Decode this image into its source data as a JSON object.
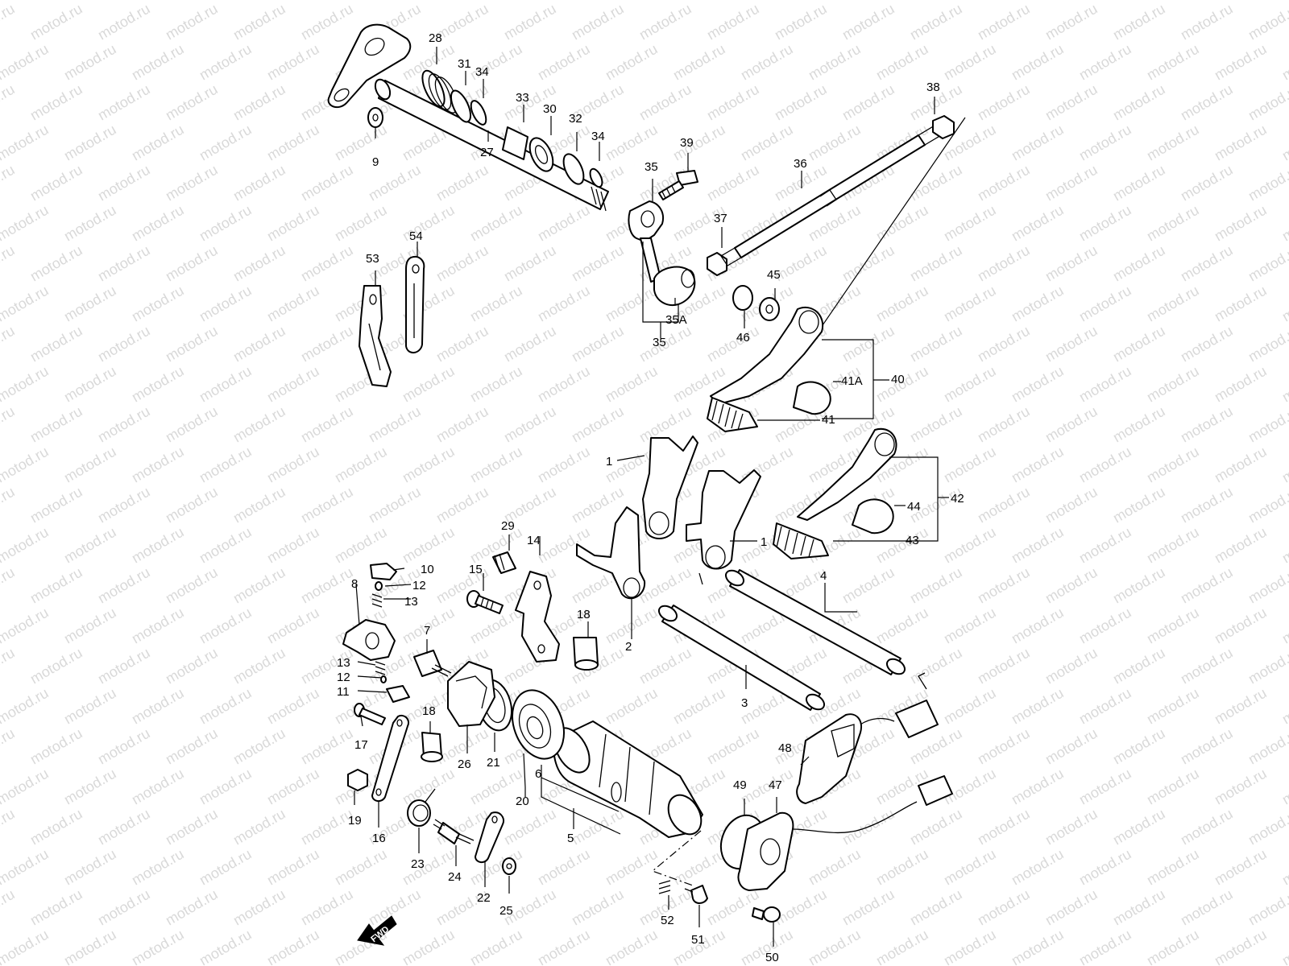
{
  "watermark": "motod.ru",
  "fwd_badge": "FWD",
  "labels": {
    "l1a": "1",
    "l1b": "1",
    "l2": "2",
    "l3": "3",
    "l4": "4",
    "l5": "5",
    "l6": "6",
    "l7": "7",
    "l8": "8",
    "l9": "9",
    "l10": "10",
    "l11": "11",
    "l12a": "12",
    "l12b": "12",
    "l13a": "13",
    "l13b": "13",
    "l14": "14",
    "l15": "15",
    "l16": "16",
    "l17": "17",
    "l18a": "18",
    "l18b": "18",
    "l19": "19",
    "l20": "20",
    "l21": "21",
    "l22": "22",
    "l23": "23",
    "l24": "24",
    "l25": "25",
    "l26": "26",
    "l27": "27",
    "l28": "28",
    "l29": "29",
    "l30": "30",
    "l31": "31",
    "l32": "32",
    "l33": "33",
    "l34a": "34",
    "l34b": "34",
    "l35a": "35",
    "l35b": "35",
    "l35A": "35A",
    "l36": "36",
    "l37": "37",
    "l38": "38",
    "l39": "39",
    "l40": "40",
    "l41": "41",
    "l41A": "41A",
    "l42": "42",
    "l43": "43",
    "l44": "44",
    "l45": "45",
    "l46": "46",
    "l47": "47",
    "l48": "48",
    "l49": "49",
    "l50": "50",
    "l51": "51",
    "l52": "52",
    "l53": "53",
    "l54": "54"
  }
}
